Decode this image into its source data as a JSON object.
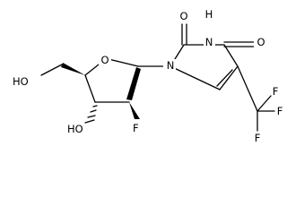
{
  "colors": {
    "ink": "#000000",
    "background": "#ffffff"
  },
  "labels": {
    "carbonyl_o_top": "O",
    "nh": "H",
    "n3": "N",
    "carbonyl_o_right": "O",
    "n1": "N",
    "ring_o": "O",
    "cf3_f_upper": "F",
    "cf3_f_right": "F",
    "cf3_f_lower": "F",
    "ho_5prime": "HO",
    "ho_3prime": "HO",
    "f_2prime": "F"
  }
}
